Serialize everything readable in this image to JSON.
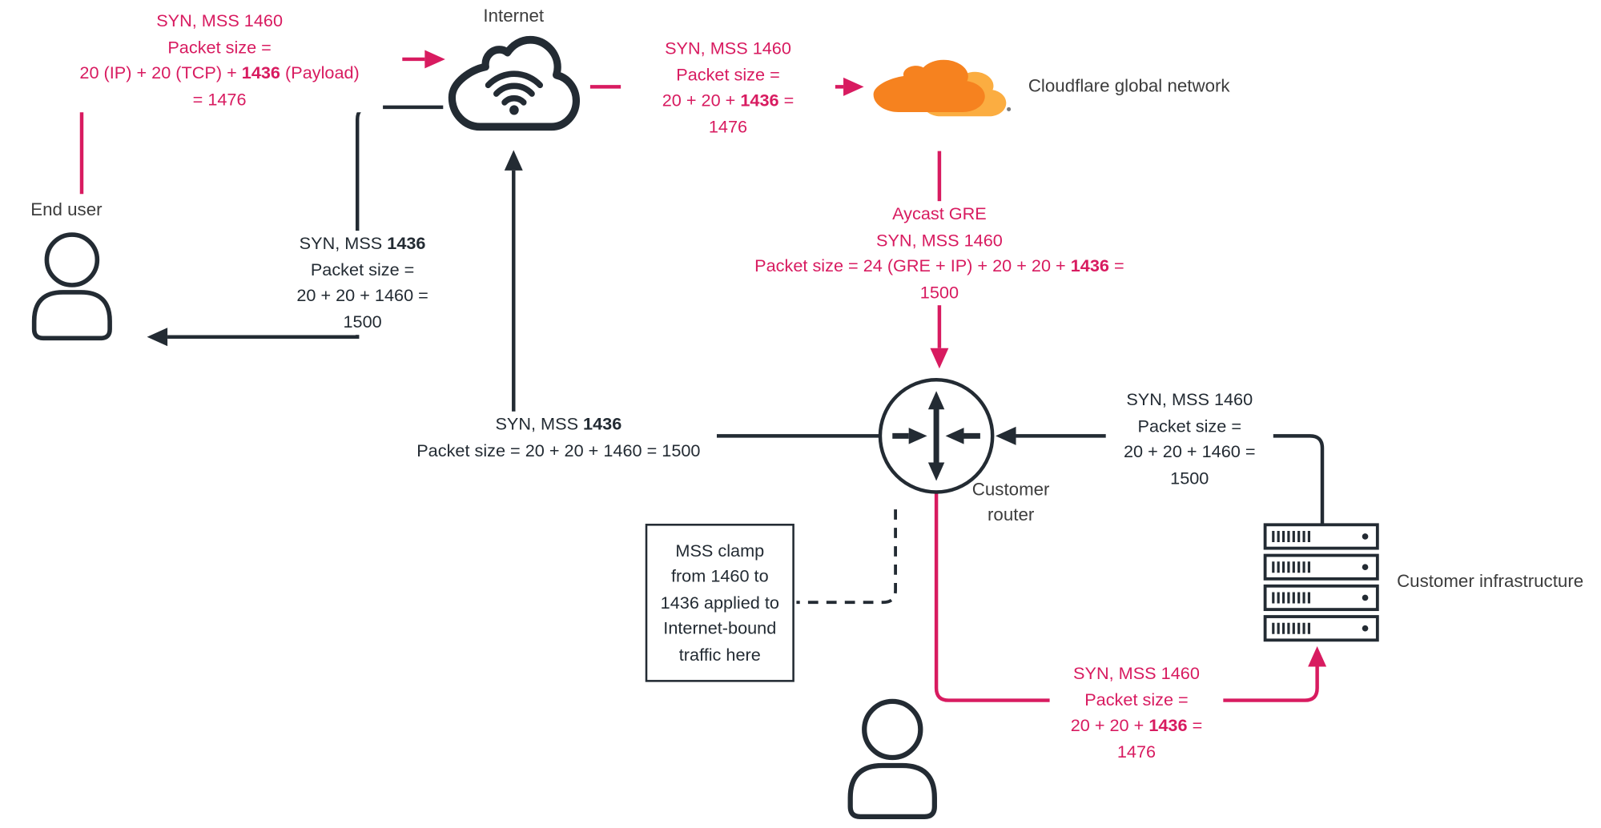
{
  "colors": {
    "pink": "#d81b60",
    "dark": "#232b33",
    "text": "#3c3c3c",
    "cloudflare_orange": "#f6821f",
    "cloudflare_light": "#fbad41"
  },
  "labels": {
    "internet": "Internet",
    "cloudflare": "Cloudflare global network",
    "end_user": "End user",
    "customer_router": "Customer router",
    "customer_infrastructure": "Customer infrastructure"
  },
  "annotations": {
    "user_to_internet": {
      "color": "pink",
      "lines": [
        "SYN, MSS 1460",
        "Packet size =",
        "20 (IP) + 20 (TCP) + **1436** (Payload)",
        "= 1476"
      ]
    },
    "internet_to_cloudflare": {
      "color": "pink",
      "lines": [
        "SYN, MSS 1460",
        "Packet size =",
        "20 + 20 + **1436** =",
        "1476"
      ]
    },
    "cloudflare_to_router": {
      "color": "pink",
      "lines": [
        "Aycast GRE",
        "SYN, MSS 1460",
        "Packet size = 24 (GRE + IP) + 20 + 20 + **1436** =",
        "1500"
      ]
    },
    "router_to_internet": {
      "color": "dark",
      "lines": [
        "SYN, MSS **1436**",
        "Packet size = 20 + 20 + 1460 = 1500"
      ]
    },
    "internet_to_end_user": {
      "color": "dark",
      "lines": [
        "SYN, MSS **1436**",
        "Packet size =",
        "20 + 20 + 1460 =",
        "1500"
      ]
    },
    "infrastructure_to_router": {
      "color": "dark",
      "lines": [
        "SYN, MSS 1460",
        "Packet size =",
        "20 + 20 + 1460 =",
        "1500"
      ]
    },
    "router_to_infrastructure": {
      "color": "pink",
      "lines": [
        "SYN, MSS 1460",
        "Packet size =",
        "20 + 20 + **1436** =",
        "1476"
      ]
    }
  },
  "clamp_note": {
    "lines": [
      "MSS clamp",
      "from 1460 to",
      "1436 applied to",
      "Internet-bound",
      "traffic here"
    ]
  }
}
